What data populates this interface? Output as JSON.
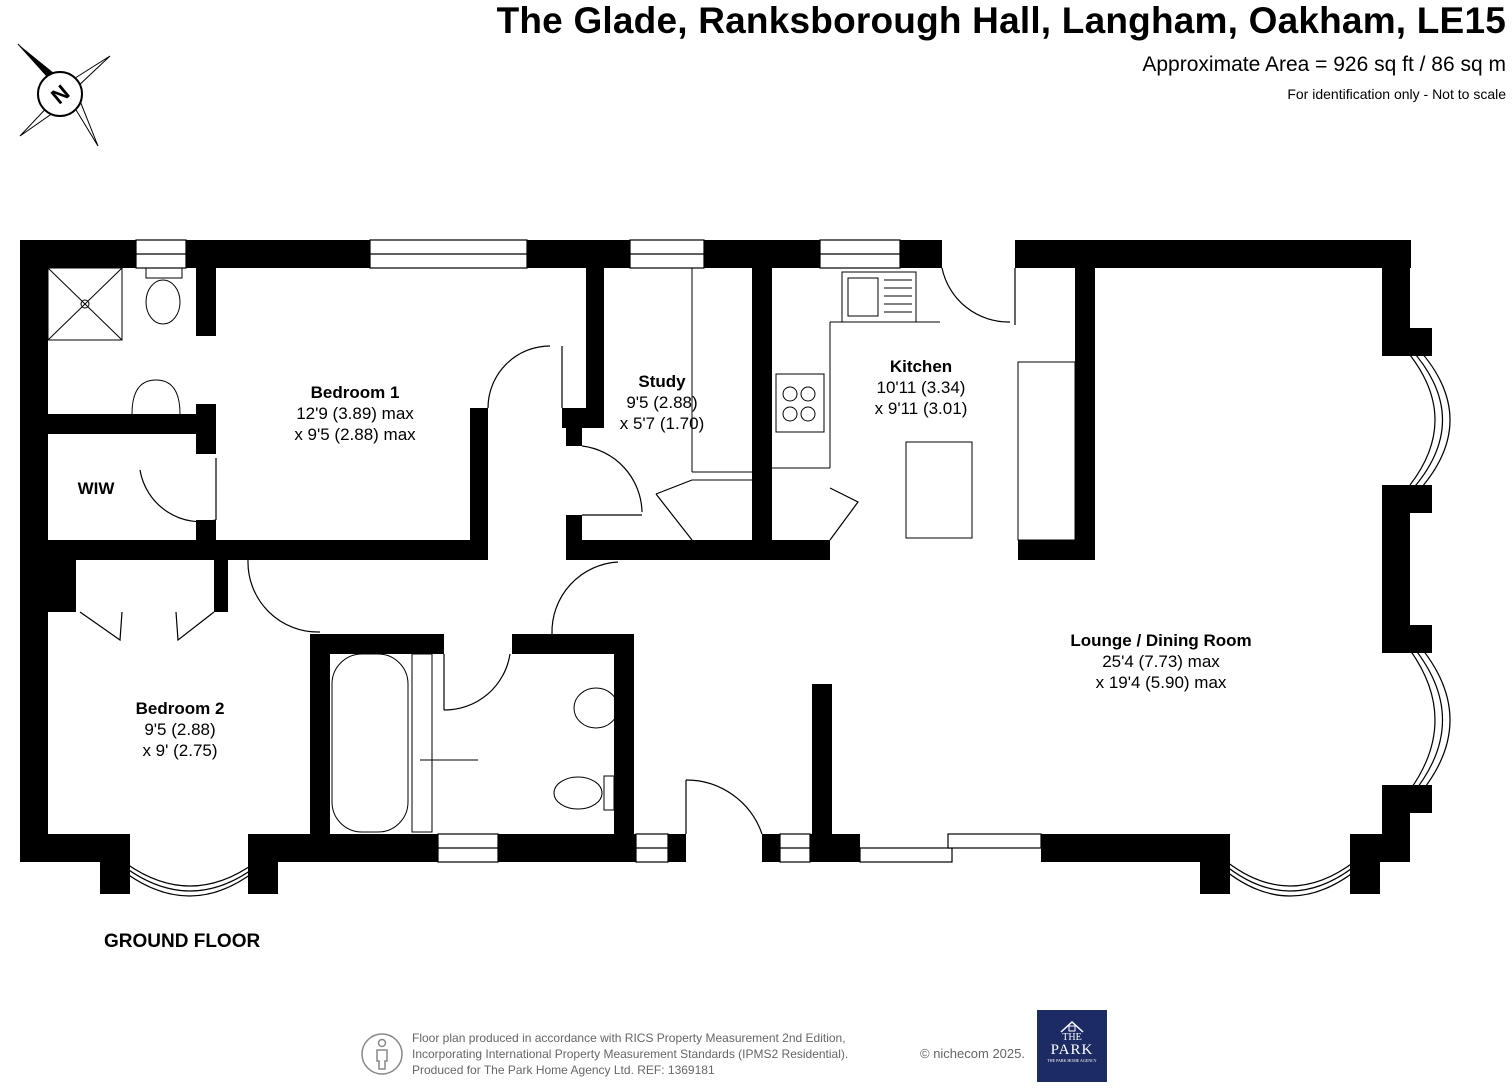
{
  "header": {
    "title": "The Glade, Ranksborough Hall, Langham, Oakham, LE15",
    "area": "Approximate Area = 926 sq ft / 86 sq m",
    "identification": "For identification only - Not to scale"
  },
  "compass": {
    "letter": "N"
  },
  "rooms": [
    {
      "name": "Bedroom 1",
      "dim1": "12'9 (3.89) max",
      "dim2": "x 9'5 (2.88) max"
    },
    {
      "name": "Study",
      "dim1": "9'5 (2.88)",
      "dim2": "x 5'7 (1.70)"
    },
    {
      "name": "Kitchen",
      "dim1": "10'11 (3.34)",
      "dim2": "x 9'11 (3.01)"
    },
    {
      "name": "WIW"
    },
    {
      "name": "Lounge / Dining Room",
      "dim1": "25'4 (7.73) max",
      "dim2": "x 19'4 (5.90) max"
    },
    {
      "name": "Bedroom 2",
      "dim1": "9'5 (2.88)",
      "dim2": "x 9' (2.75)"
    }
  ],
  "floor_label": "GROUND FLOOR",
  "footer": {
    "line1": "Floor plan produced in accordance with RICS Property Measurement 2nd Edition,",
    "line2": "Incorporating International Property Measurement Standards (IPMS2 Residential).",
    "line3": "Produced for The Park Home Agency Ltd.   REF: 1369181",
    "copyright": "© nichecom 2025.",
    "logo_line1": "THE",
    "logo_line2": "PARK",
    "logo_line3": "THE PARK HOME AGENCY"
  }
}
